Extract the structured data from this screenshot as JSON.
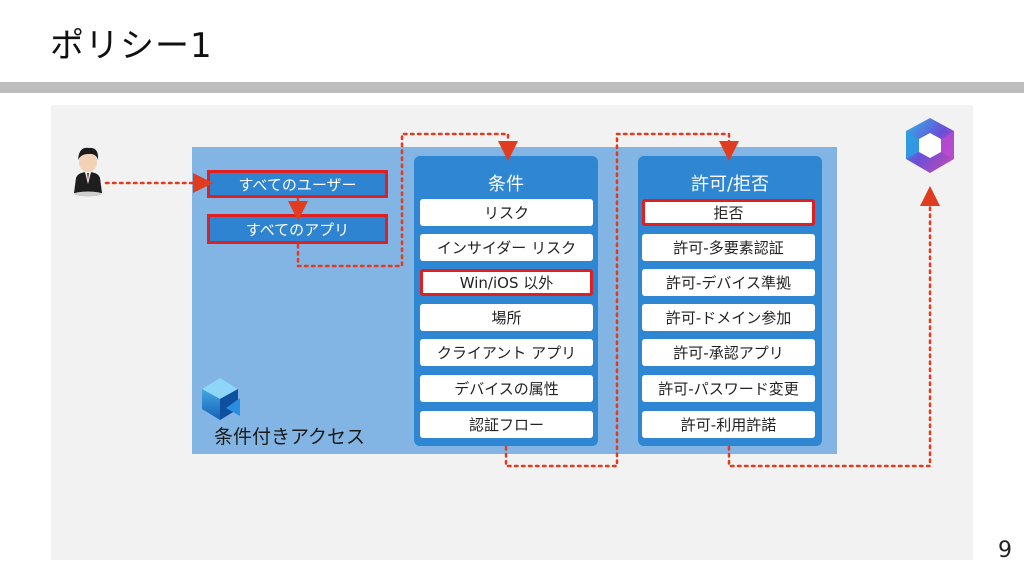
{
  "slide": {
    "title": "ポリシー1",
    "page_number": "9"
  },
  "access_panel": {
    "label": "条件付きアクセス",
    "users_label": "すべてのユーザー",
    "apps_label": "すべてのアプリ"
  },
  "conditions": {
    "title": "条件",
    "items": [
      {
        "label": "リスク",
        "highlighted": false
      },
      {
        "label": "インサイダー リスク",
        "highlighted": false
      },
      {
        "label": "Win/iOS 以外",
        "highlighted": true
      },
      {
        "label": "場所",
        "highlighted": false
      },
      {
        "label": "クライアント アプリ",
        "highlighted": false
      },
      {
        "label": "デバイスの属性",
        "highlighted": false
      },
      {
        "label": "認証フロー",
        "highlighted": false
      }
    ]
  },
  "grants": {
    "title": "許可/拒否",
    "items": [
      {
        "label": "拒否",
        "highlighted": true
      },
      {
        "label": "許可-多要素認証",
        "highlighted": false
      },
      {
        "label": "許可-デバイス準拠",
        "highlighted": false
      },
      {
        "label": "許可-ドメイン参加",
        "highlighted": false
      },
      {
        "label": "許可-承認アプリ",
        "highlighted": false
      },
      {
        "label": "許可-パスワード変更",
        "highlighted": false
      },
      {
        "label": "許可-利用許諾",
        "highlighted": false
      }
    ]
  },
  "icons": {
    "user": "person-in-suit-icon",
    "access": "conditional-access-icon",
    "target": "microsoft-365-icon"
  },
  "colors": {
    "panel": "#83b5e4",
    "column": "#2f86d2",
    "highlight": "#e02020",
    "connector": "#e03c1f"
  }
}
